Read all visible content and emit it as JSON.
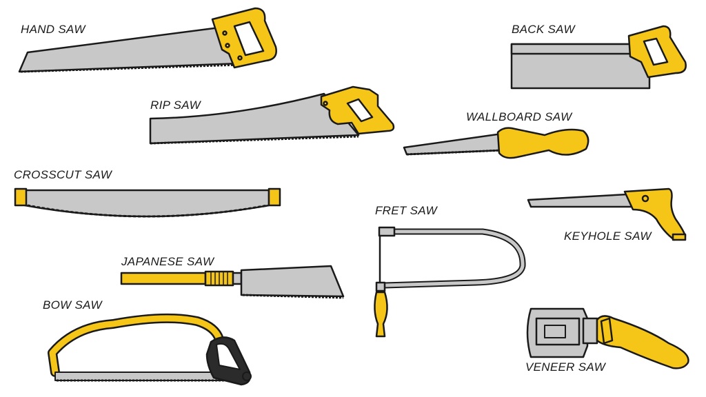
{
  "colors": {
    "blade": "#c8c8c8",
    "handle": "#f5c518",
    "outline": "#1a1a1a",
    "background": "#ffffff",
    "grip_dark": "#2b2b2b"
  },
  "tools": [
    {
      "id": "hand-saw",
      "label": "HAND SAW",
      "icon": "hand-saw-icon"
    },
    {
      "id": "back-saw",
      "label": "BACK SAW",
      "icon": "back-saw-icon"
    },
    {
      "id": "rip-saw",
      "label": "RIP SAW",
      "icon": "rip-saw-icon"
    },
    {
      "id": "wallboard-saw",
      "label": "WALLBOARD SAW",
      "icon": "wallboard-saw-icon"
    },
    {
      "id": "crosscut-saw",
      "label": "CROSSCUT SAW",
      "icon": "crosscut-saw-icon"
    },
    {
      "id": "fret-saw",
      "label": "FRET SAW",
      "icon": "fret-saw-icon"
    },
    {
      "id": "keyhole-saw",
      "label": "KEYHOLE SAW",
      "icon": "keyhole-saw-icon"
    },
    {
      "id": "japanese-saw",
      "label": "JAPANESE SAW",
      "icon": "japanese-saw-icon"
    },
    {
      "id": "bow-saw",
      "label": "BOW SAW",
      "icon": "bow-saw-icon"
    },
    {
      "id": "veneer-saw",
      "label": "VENEER SAW",
      "icon": "veneer-saw-icon"
    }
  ]
}
